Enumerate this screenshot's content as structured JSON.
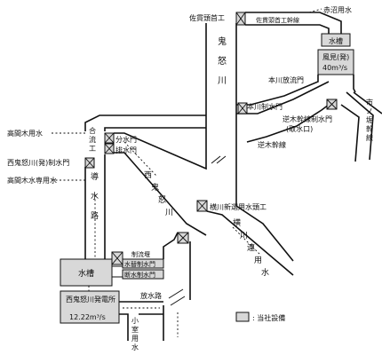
{
  "labels": {
    "saga_weir": "佐貫頭首工",
    "akanuma_water": "赤沼用水",
    "saga_canal": "佐貫頭首工幹線",
    "river_kinu": "鬼怒川",
    "water_tank_top": "水槽",
    "kazami": "風見(発)",
    "kazami_flow": "40m³/s",
    "honkawa_discharge": "本川放流門",
    "honkawa_gate": "本川制水門",
    "sakaki_gate": "逆木幹線制水門",
    "intake": "(取水口)",
    "sakaki_canal": "逆木幹線",
    "ichinosawa_canal": "市ノ堀幹線",
    "takamagi_water": "高間木用水",
    "goryu": "合流工",
    "bunsuimon": "分水門",
    "haisuimon": "排水門",
    "nishi_gate": "西鬼怒川(発)制水門",
    "takamagi_only": "高間木水専用水",
    "dousuiro": "導水路",
    "nishi_river": "西鬼怒川",
    "yokokawa_weir": "横川新選用水頭工",
    "yokokawa_canal": "横川連用水",
    "watertank_bottom": "水槽",
    "ryuryu_gate": "制流堰",
    "mizukae_gate": "水替制水門",
    "dansui_gate": "断水制水門",
    "plant_name": "西鬼怒川発電所",
    "plant_flow": "12.22m³/s",
    "tailrace": "放水路",
    "komuro": "小室用水",
    "legend": ": 当社設備"
  }
}
